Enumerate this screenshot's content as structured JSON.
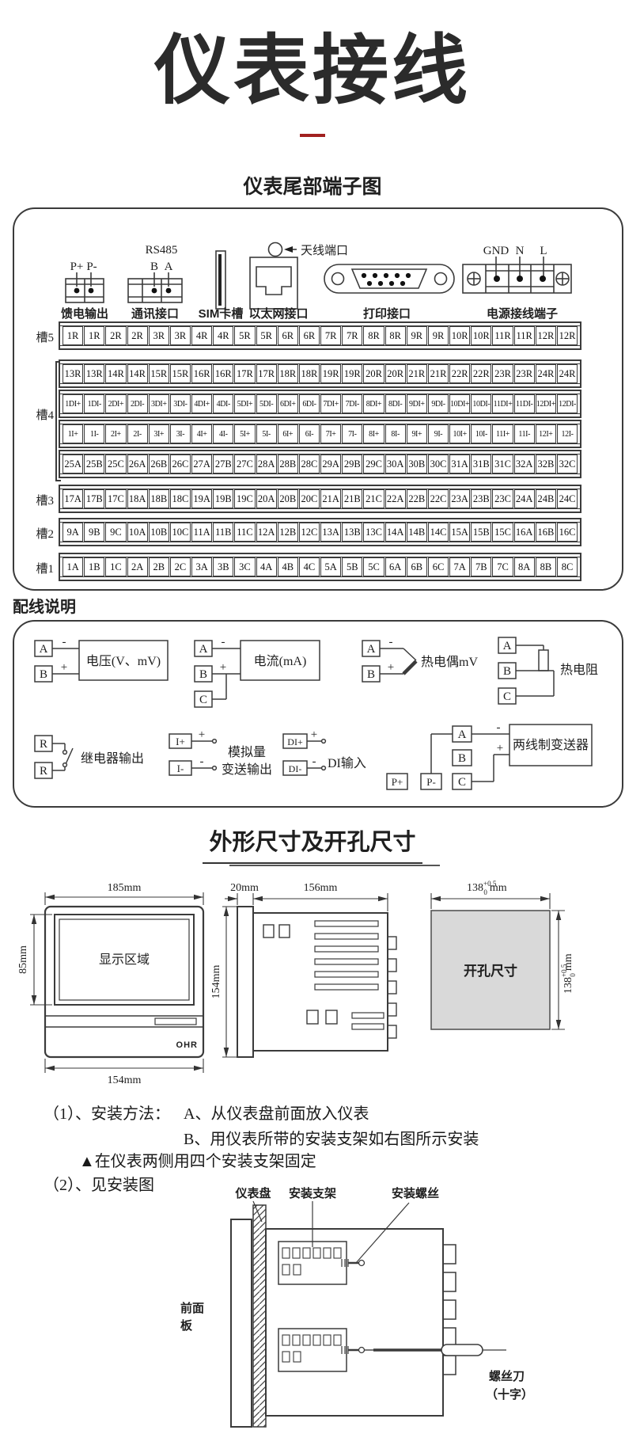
{
  "title": "仪表接线",
  "accent_color": "#a1201f",
  "terminal_section": {
    "heading": "仪表尾部端子图",
    "connectors": {
      "feed": {
        "caption": "馈电输出",
        "pin1": "P+",
        "pin2": "P-"
      },
      "comm": {
        "caption": "通讯接口",
        "title": "RS485",
        "pin1": "B",
        "pin2": "A"
      },
      "sim": {
        "caption": "SIM卡槽"
      },
      "eth": {
        "caption": "以太网接口"
      },
      "antenna": {
        "label": "天线端口"
      },
      "printer": {
        "caption": "打印接口"
      },
      "power": {
        "caption": "电源接线端子",
        "pin1": "GND",
        "pin2": "N",
        "pin3": "L"
      }
    },
    "slots": [
      {
        "label": "槽5",
        "rows": [
          [
            "1R",
            "1R",
            "2R",
            "2R",
            "3R",
            "3R",
            "4R",
            "4R",
            "5R",
            "5R",
            "6R",
            "6R",
            "7R",
            "7R",
            "8R",
            "8R",
            "9R",
            "9R",
            "10R",
            "10R",
            "11R",
            "11R",
            "12R",
            "12R"
          ]
        ]
      },
      {
        "label": "槽4",
        "rows": [
          [
            "13R",
            "13R",
            "14R",
            "14R",
            "15R",
            "15R",
            "16R",
            "16R",
            "17R",
            "17R",
            "18R",
            "18R",
            "19R",
            "19R",
            "20R",
            "20R",
            "21R",
            "21R",
            "22R",
            "22R",
            "23R",
            "23R",
            "24R",
            "24R"
          ],
          [
            "1DI+",
            "1DI-",
            "2DI+",
            "2DI-",
            "3DI+",
            "3DI-",
            "4DI+",
            "4DI-",
            "5DI+",
            "5DI-",
            "6DI+",
            "6DI-",
            "7DI+",
            "7DI-",
            "8DI+",
            "8DI-",
            "9DI+",
            "9DI-",
            "10DI+",
            "10DI-",
            "11DI+",
            "11DI-",
            "12DI+",
            "12DI-"
          ],
          [
            "1I+",
            "1I-",
            "2I+",
            "2I-",
            "3I+",
            "3I-",
            "4I+",
            "4I-",
            "5I+",
            "5I-",
            "6I+",
            "6I-",
            "7I+",
            "7I-",
            "8I+",
            "8I-",
            "9I+",
            "9I-",
            "10I+",
            "10I-",
            "11I+",
            "11I-",
            "12I+",
            "12I-"
          ],
          [
            "25A",
            "25B",
            "25C",
            "26A",
            "26B",
            "26C",
            "27A",
            "27B",
            "27C",
            "28A",
            "28B",
            "28C",
            "29A",
            "29B",
            "29C",
            "30A",
            "30B",
            "30C",
            "31A",
            "31B",
            "31C",
            "32A",
            "32B",
            "32C"
          ]
        ]
      },
      {
        "label": "槽3",
        "rows": [
          [
            "17A",
            "17B",
            "17C",
            "18A",
            "18B",
            "18C",
            "19A",
            "19B",
            "19C",
            "20A",
            "20B",
            "20C",
            "21A",
            "21B",
            "21C",
            "22A",
            "22B",
            "22C",
            "23A",
            "23B",
            "23C",
            "24A",
            "24B",
            "24C"
          ]
        ]
      },
      {
        "label": "槽2",
        "rows": [
          [
            "9A",
            "9B",
            "9C",
            "10A",
            "10B",
            "10C",
            "11A",
            "11B",
            "11C",
            "12A",
            "12B",
            "12C",
            "13A",
            "13B",
            "13C",
            "14A",
            "14B",
            "14C",
            "15A",
            "15B",
            "15C",
            "16A",
            "16B",
            "16C"
          ]
        ]
      },
      {
        "label": "槽1",
        "rows": [
          [
            "1A",
            "1B",
            "1C",
            "2A",
            "2B",
            "2C",
            "3A",
            "3B",
            "3C",
            "4A",
            "4B",
            "4C",
            "5A",
            "5B",
            "5C",
            "6A",
            "6B",
            "6C",
            "7A",
            "7B",
            "7C",
            "8A",
            "8B",
            "8C"
          ]
        ]
      }
    ]
  },
  "wiring_section": {
    "heading": "配线说明",
    "voltage": {
      "t1": "A",
      "t2": "B",
      "s1": "-",
      "s2": "+",
      "label": "电压(V、mV)"
    },
    "current": {
      "t1": "A",
      "t2": "B",
      "t3": "C",
      "s1": "-",
      "s2": "+",
      "label": "电流(mA)"
    },
    "tc": {
      "t1": "A",
      "t2": "B",
      "s1": "-",
      "s2": "+",
      "label": "热电偶mV"
    },
    "rtd": {
      "t1": "A",
      "t2": "B",
      "t3": "C",
      "label": "热电阻"
    },
    "relay": {
      "t1": "R",
      "t2": "R",
      "label": "继电器输出"
    },
    "aout": {
      "t1": "I+",
      "t2": "I-",
      "s1": "+",
      "s2": "-",
      "label1": "模拟量",
      "label2": "变送输出"
    },
    "di": {
      "t1": "DI+",
      "t2": "DI-",
      "s1": "+",
      "s2": "-",
      "label": "DI输入"
    },
    "transmitter": {
      "t1": "A",
      "t2": "B",
      "t3": "C",
      "t4": "P+",
      "t5": "P-",
      "s1": "-",
      "s2": "+",
      "label": "两线制变送器"
    }
  },
  "dims_section": {
    "heading": "外形尺寸及开孔尺寸",
    "front": {
      "width": "185mm",
      "height": "85mm",
      "bottom": "154mm",
      "display": "显示区域",
      "logo": "OHR"
    },
    "side": {
      "bezel": "20mm",
      "depth": "156mm",
      "height": "154mm"
    },
    "cutout": {
      "label": "开孔尺寸",
      "base": "138",
      "sup": "+0.5",
      "sub": "0",
      "unit": "mm"
    }
  },
  "install_section": {
    "item1": "（1）、安装方法：",
    "stepA": "A、从仪表盘前面放入仪表",
    "stepB": "B、用仪表所带的安装支架如右图所示安装",
    "note": "▲在仪表两侧用四个安装支架固定",
    "item2": "（2）、见安装图",
    "labels": {
      "panel": "仪表盘",
      "bracket": "安装支架",
      "screw": "安装螺丝",
      "front1": "前面",
      "front2": "板",
      "driver1": "螺丝刀",
      "driver2": "（十字）"
    }
  }
}
